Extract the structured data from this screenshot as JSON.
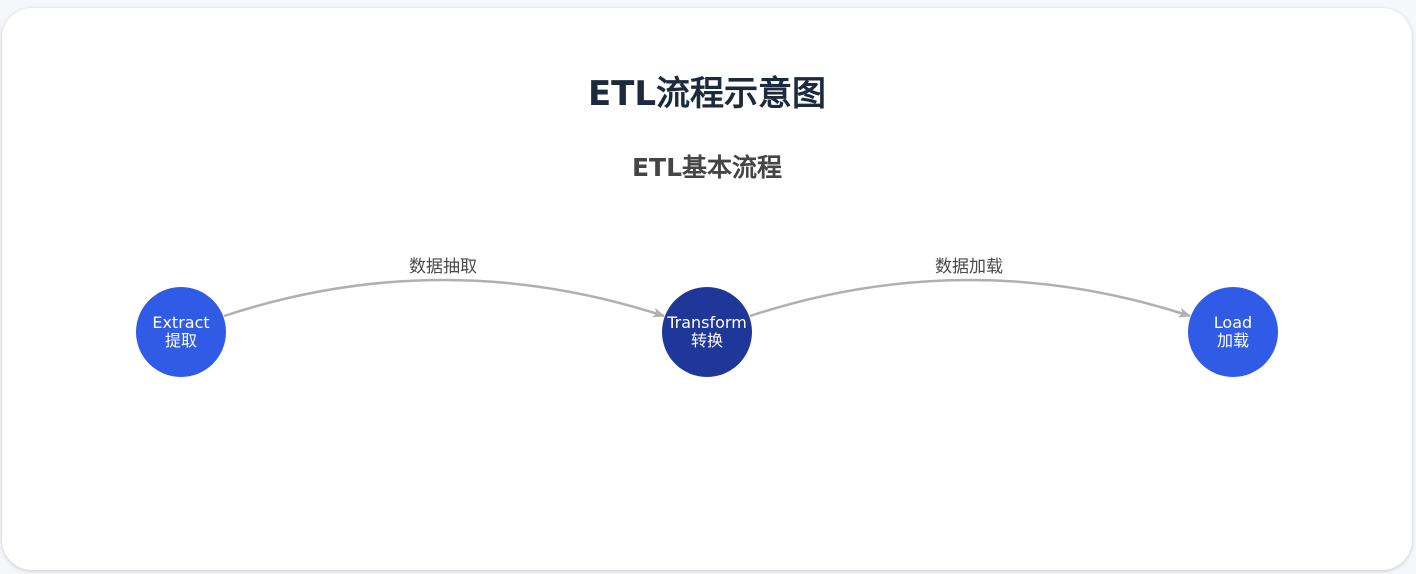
{
  "page": {
    "title": "ETL流程示意图",
    "subtitle": "ETL基本流程"
  },
  "colors": {
    "node_light": "#2f5be6",
    "node_dark": "#1e3799",
    "edge": "#b0b0b0",
    "title": "#1c2a3e",
    "subtitle": "#454545"
  },
  "diagram": {
    "nodes": [
      {
        "id": "extract",
        "label_en": "Extract",
        "label_zh": "提取",
        "color": "#2f5be6"
      },
      {
        "id": "transform",
        "label_en": "Transform",
        "label_zh": "转换",
        "color": "#1e3799"
      },
      {
        "id": "load",
        "label_en": "Load",
        "label_zh": "加载",
        "color": "#2f5be6"
      }
    ],
    "edges": [
      {
        "from": "extract",
        "to": "transform",
        "label": "数据抽取"
      },
      {
        "from": "transform",
        "to": "load",
        "label": "数据加载"
      }
    ]
  }
}
